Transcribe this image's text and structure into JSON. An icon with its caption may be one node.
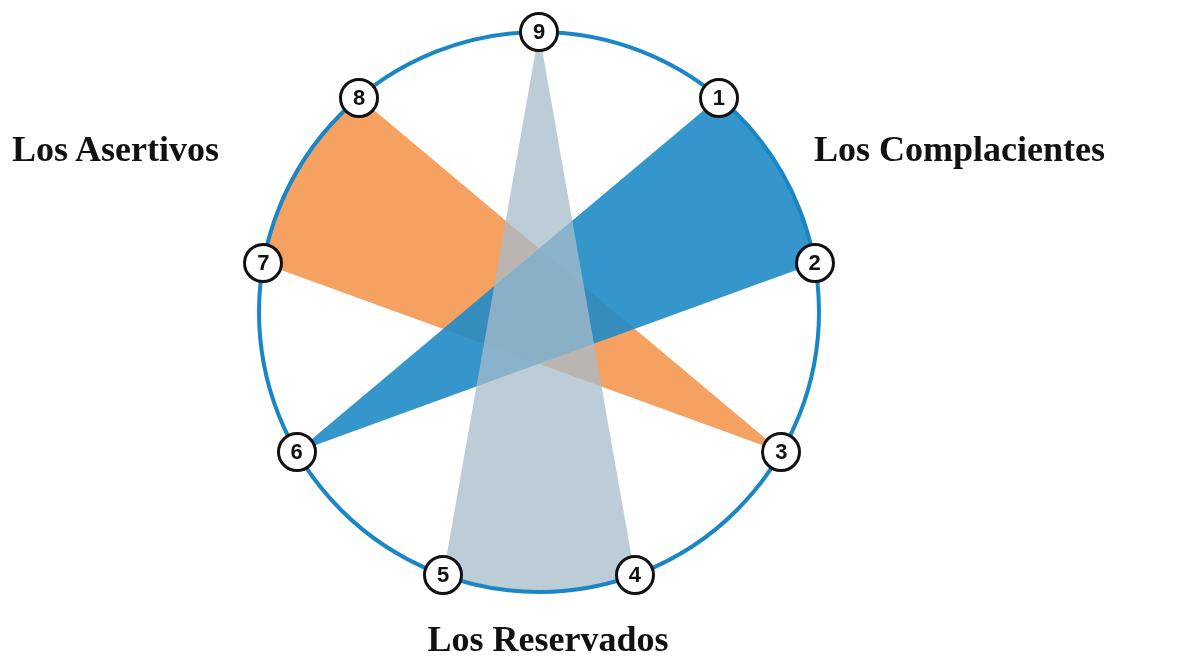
{
  "diagram": {
    "nodes": [
      {
        "text": [
          "9"
        ]
      },
      {
        "text": [
          "8"
        ]
      },
      {
        "text": [
          "1"
        ]
      },
      {
        "text": [
          "7"
        ]
      },
      {
        "text": [
          "2"
        ]
      },
      {
        "text": [
          "6"
        ]
      },
      {
        "text": [
          "3"
        ]
      },
      {
        "text": [
          "5"
        ]
      },
      {
        "text": [
          "4"
        ]
      }
    ],
    "edges": [],
    "labels": [
      "Los Asertivos",
      "Los Complacientes",
      "Los Reservados"
    ]
  }
}
